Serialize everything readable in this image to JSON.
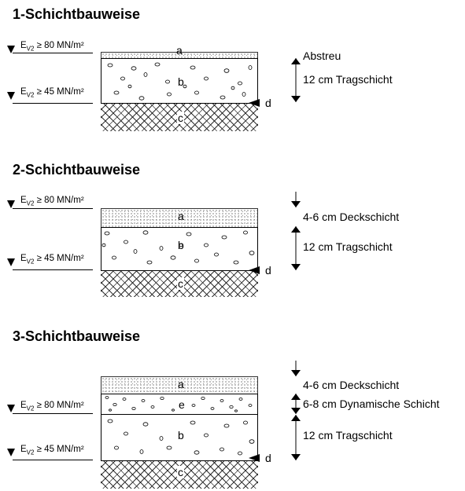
{
  "sections": [
    {
      "title": "1-Schichtbauweise",
      "labels": {
        "ev_top": "E",
        "ev_top_sub": "V2",
        "ev_top_val": " ≥ 80 MN/m²",
        "ev_bottom": "E",
        "ev_bottom_sub": "V2",
        "ev_bottom_val": " ≥ 45 MN/m²"
      },
      "letters": [
        "a",
        "b",
        "c",
        "d"
      ],
      "right": [
        "Abstreu",
        "12 cm Tragschicht"
      ]
    },
    {
      "title": "2-Schichtbauweise",
      "labels": {
        "ev_top": "E",
        "ev_top_sub": "V2",
        "ev_top_val": " ≥ 80 MN/m²",
        "ev_bottom": "E",
        "ev_bottom_sub": "V2",
        "ev_bottom_val": " ≥ 45 MN/m²"
      },
      "letters": [
        "a",
        "b",
        "c",
        "d"
      ],
      "right": [
        "4-6 cm Deckschicht",
        "12 cm Tragschicht"
      ]
    },
    {
      "title": "3-Schichtbauweise",
      "labels": {
        "ev_top": "E",
        "ev_top_sub": "V2",
        "ev_top_val": " ≥ 80 MN/m²",
        "ev_bottom": "E",
        "ev_bottom_sub": "V2",
        "ev_bottom_val": " ≥ 45 MN/m²"
      },
      "letters": [
        "a",
        "e",
        "b",
        "c",
        "d"
      ],
      "right": [
        "4-6 cm Deckschicht",
        "6-8 cm Dynamische Schicht",
        "12 cm Tragschicht"
      ]
    }
  ]
}
